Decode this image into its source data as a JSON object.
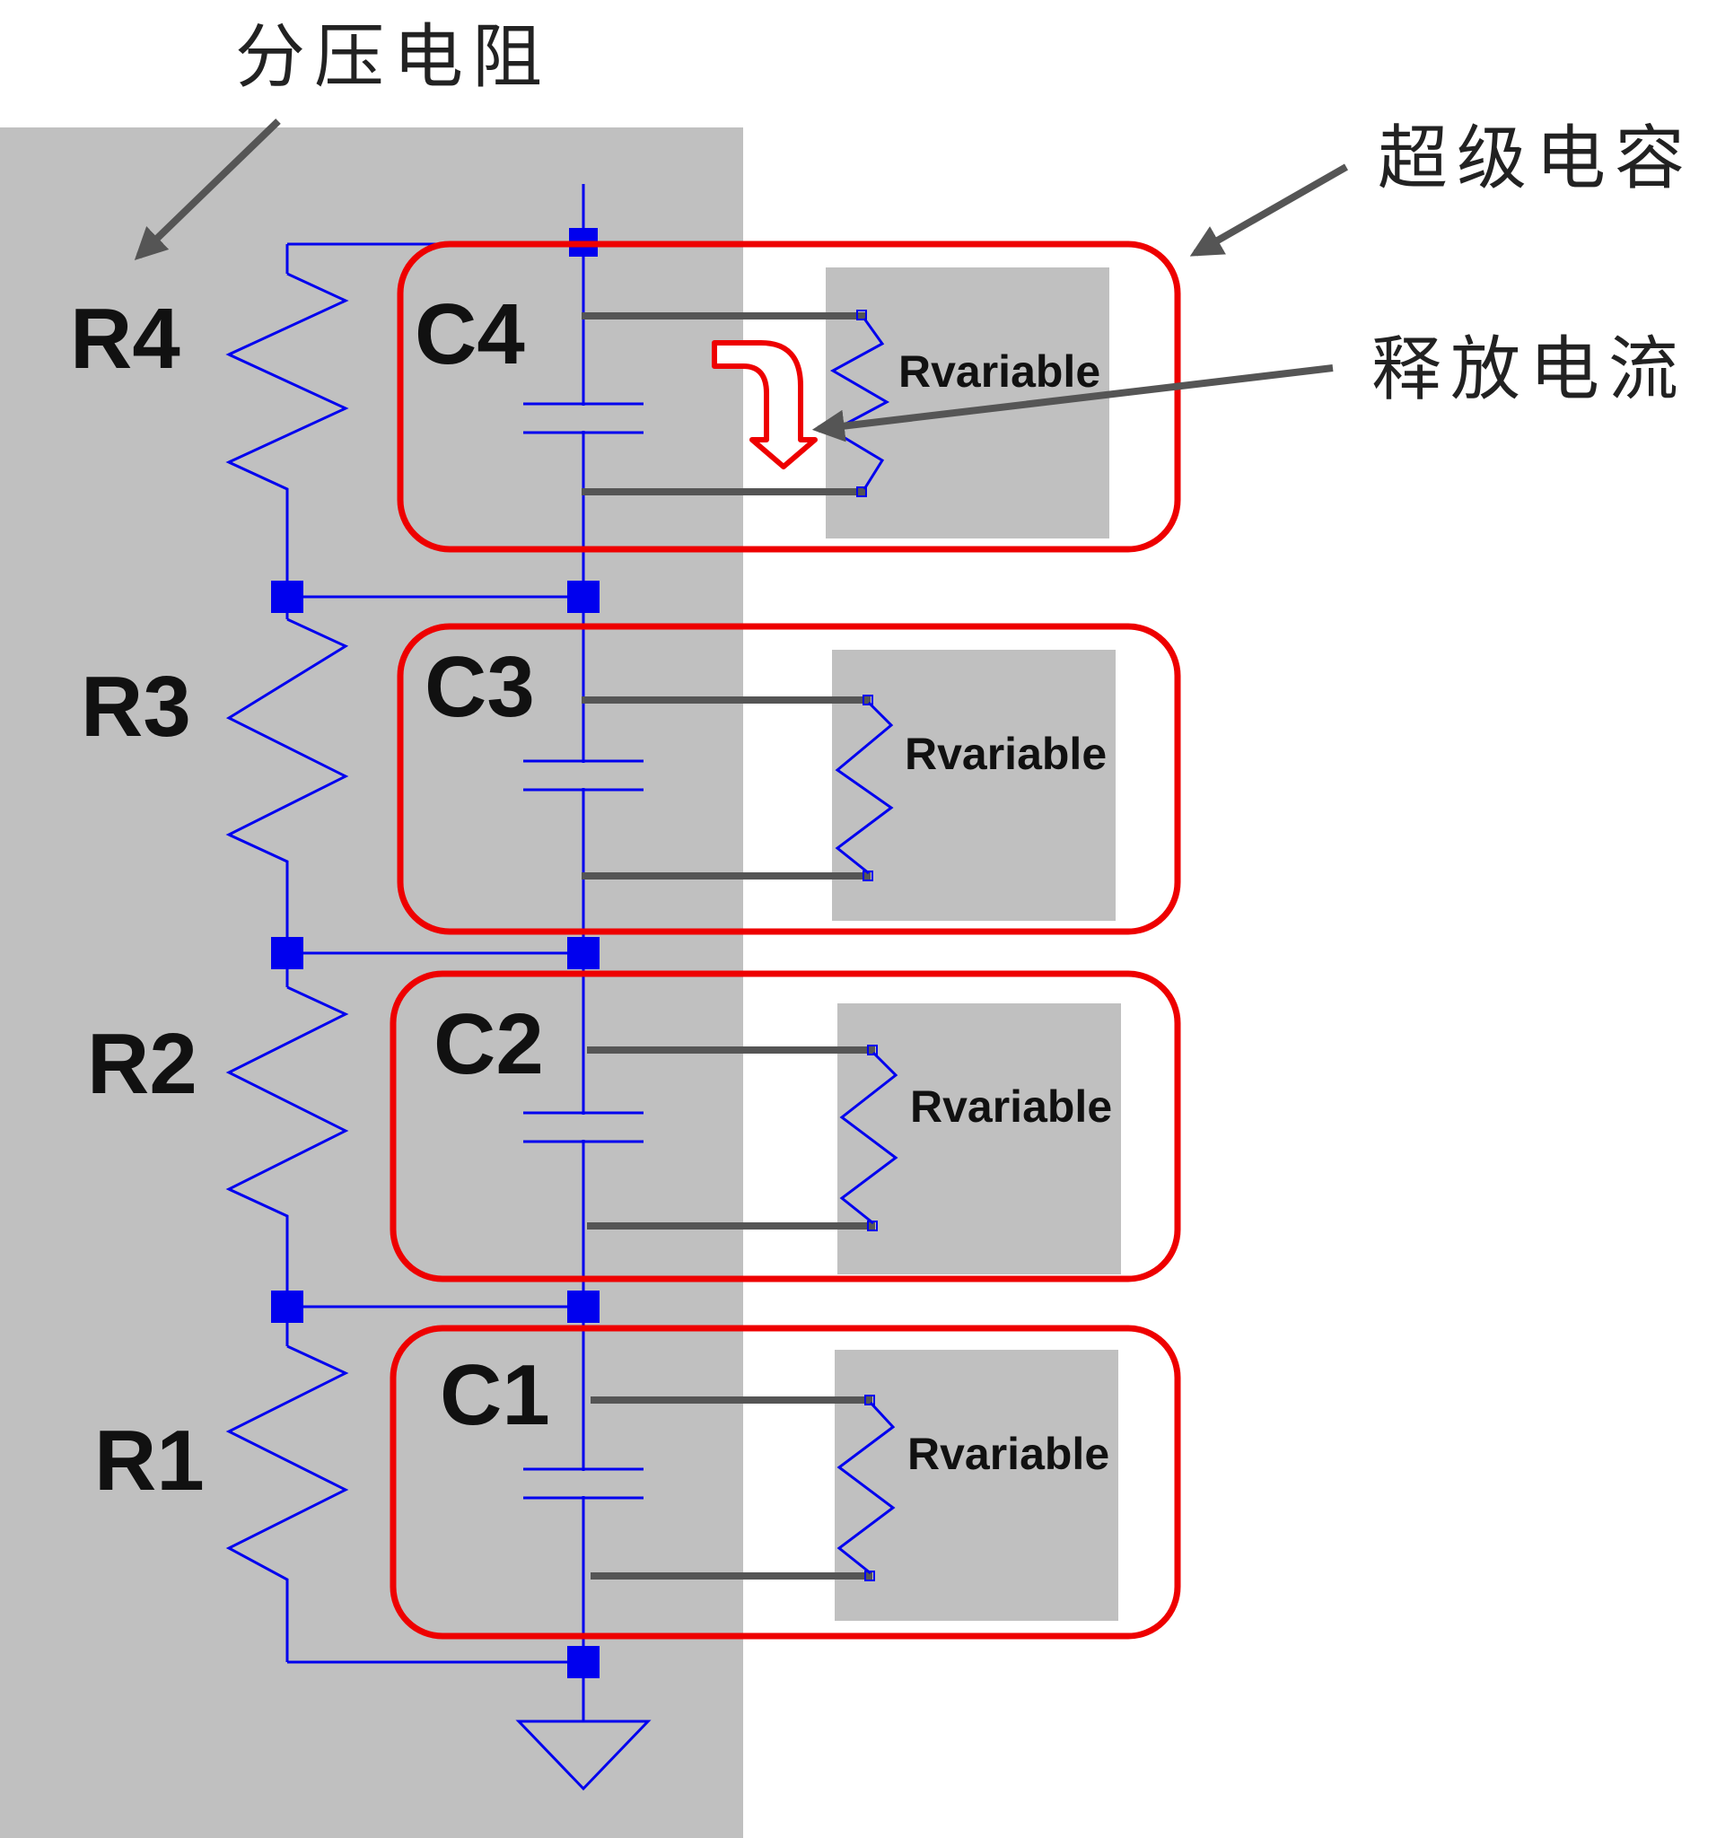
{
  "callouts": {
    "divider_resistor": "分压电阻",
    "supercapacitor": "超级电容",
    "discharge_current": "释放电流"
  },
  "resistors": [
    "R4",
    "R3",
    "R2",
    "R1"
  ],
  "capacitors": [
    "C4",
    "C3",
    "C2",
    "C1"
  ],
  "variable_resistor_label": "Rvariable",
  "colors": {
    "schematic_bg": "#c0c0c0",
    "wire": "#0000ee",
    "highlight_box": "#ee0000",
    "current_arrow": "#ee0000",
    "pointer_arrow": "#555555"
  },
  "icons": [
    "ground-symbol-icon",
    "current-flow-arrow-icon"
  ]
}
